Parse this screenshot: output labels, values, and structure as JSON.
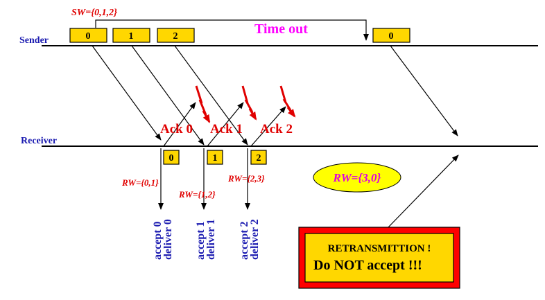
{
  "colors": {
    "line": "#000000",
    "packet_fill": "#ffd700",
    "axis_label": "#1a1ab0",
    "annotation_red": "#e00000",
    "timeout": "#ff00ff",
    "rw_oval_fill": "#ffff00",
    "rw_oval_text": "#e000e0",
    "deliver_text": "#1a1ab0",
    "alert_outer": "#ff0000",
    "alert_inner": "#ffd700"
  },
  "labels": {
    "sender": "Sender",
    "receiver": "Receiver",
    "sender_window": "SW={0,1,2}",
    "timeout": "Time out"
  },
  "sender_packets": [
    "0",
    "1",
    "2"
  ],
  "retransmitted_packet": "0",
  "receiver_packets": [
    "0",
    "1",
    "2"
  ],
  "acks": [
    "Ack 0",
    "Ack 1",
    "Ack 2"
  ],
  "receiver_windows": [
    "RW={0,1}",
    "RW={1,2}",
    "RW={2,3}"
  ],
  "deliveries": [
    {
      "accept": "accept 0",
      "deliver": "deliver 0"
    },
    {
      "accept": "accept 1",
      "deliver": "deliver 1"
    },
    {
      "accept": "accept 2",
      "deliver": "deliver 2"
    }
  ],
  "current_rw": "RW={3,0}",
  "alert": {
    "line1": "RETRANSMITTION !",
    "line2": "Do NOT accept !!!"
  },
  "icons": {
    "loss": "lightning-icon"
  }
}
